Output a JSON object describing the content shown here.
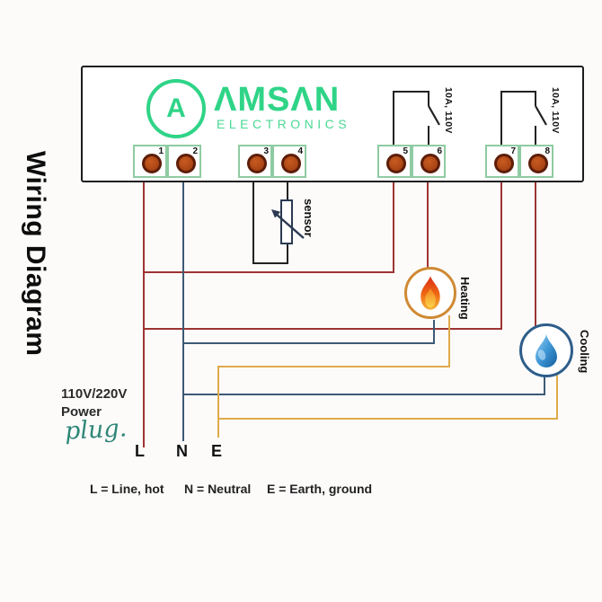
{
  "title": "Wiring Diagram",
  "brand": {
    "name": "AMSAN",
    "wordmark_display": "ΛMSΛN",
    "subtitle": "ELECTRONICS",
    "logo_letter": "A",
    "color": "#2fd487"
  },
  "terminals": [
    {
      "number": "1"
    },
    {
      "number": "2"
    },
    {
      "number": "3"
    },
    {
      "number": "4"
    },
    {
      "number": "5"
    },
    {
      "number": "6"
    },
    {
      "number": "7"
    },
    {
      "number": "8"
    }
  ],
  "relays": [
    {
      "label": "10A, 110V"
    },
    {
      "label": "10A, 110V"
    }
  ],
  "sensor": {
    "label": "sensor"
  },
  "outputs": [
    {
      "label": "Heating"
    },
    {
      "label": "Cooling"
    }
  ],
  "power": {
    "voltage": "110V/220V",
    "word1": "Power",
    "word2": "plug.",
    "terminals": [
      "L",
      "N",
      "E"
    ]
  },
  "legend": [
    "L = Line, hot",
    "N = Neutral",
    "E = Earth, ground"
  ],
  "colors": {
    "wire_live": "#9d3433",
    "wire_neutral": "#3d5a75",
    "wire_earth": "#e0aa4a",
    "wire_signal": "#222222",
    "brand_green": "#2fd487",
    "terminal_border": "#8ecba2",
    "terminal_pin": "#9c3a10",
    "heating_ring": "#cf8a33",
    "cooling_ring": "#2e5d8a",
    "plug_script": "#2e8677"
  }
}
